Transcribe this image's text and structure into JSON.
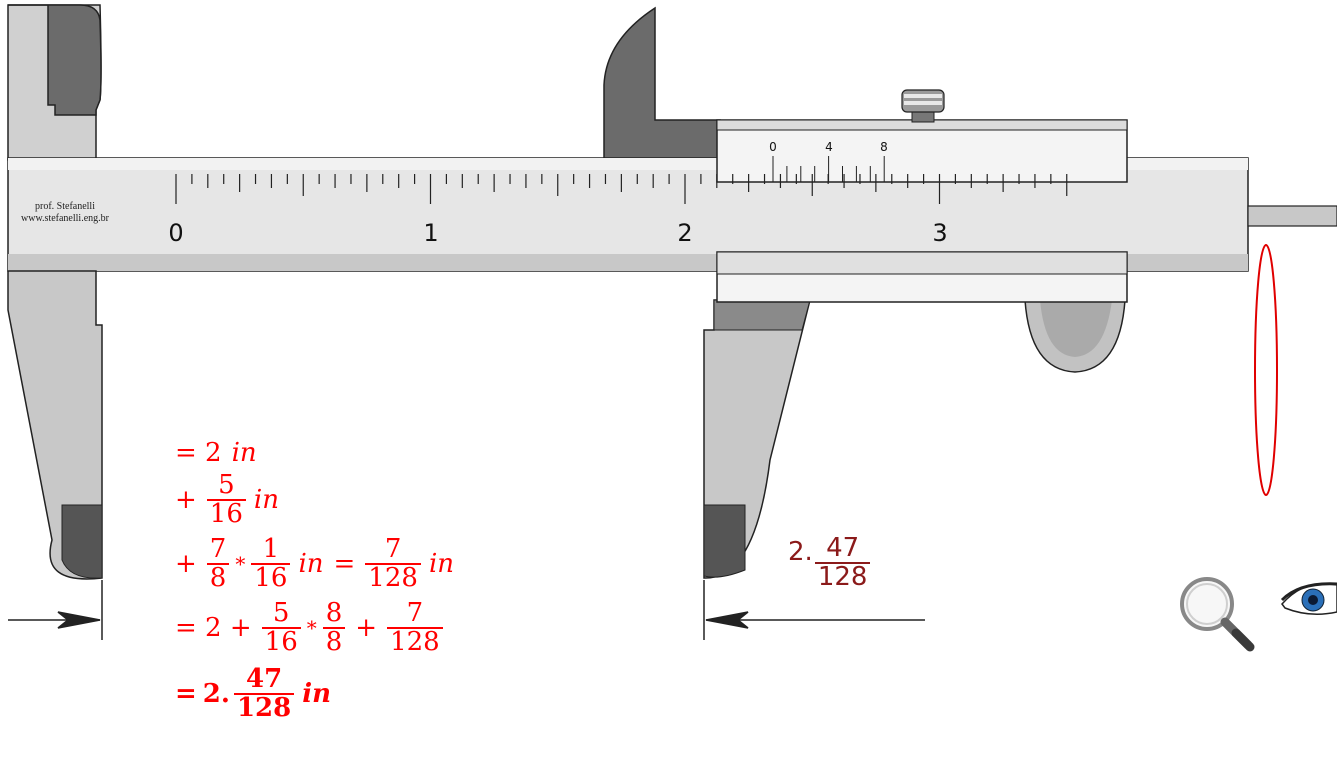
{
  "credit": {
    "line1": "prof. Stefanelli",
    "line2": "www.stefanelli.eng.br"
  },
  "main_scale": {
    "labels": [
      "0",
      "1",
      "2",
      "3"
    ],
    "divisions_per_inch": 16
  },
  "vernier_scale": {
    "labels": [
      "0",
      "4",
      "8"
    ],
    "divisions": 8
  },
  "calculation": {
    "line1": {
      "eq": "= 2",
      "unit": "in"
    },
    "line2": {
      "op": "+",
      "num": "5",
      "den": "16",
      "unit": "in"
    },
    "line3": {
      "op": "+",
      "num1": "7",
      "den1": "8",
      "star": "*",
      "num2": "1",
      "den2": "16",
      "unit": "in",
      "eq": "=",
      "num3": "7",
      "den3": "128",
      "unit2": "in"
    },
    "line4": {
      "eq": "= 2 +",
      "num1": "5",
      "den1": "16",
      "star": "*",
      "num2": "8",
      "den2": "8",
      "plus": "+",
      "num3": "7",
      "den3": "128"
    },
    "line5": {
      "eq": "=",
      "whole": "2.",
      "num": "47",
      "den": "128",
      "unit": "in"
    }
  },
  "result_label": {
    "whole": "2.",
    "num": "47",
    "den": "128"
  },
  "icons": [
    "magnifier-icon",
    "eye-icon"
  ],
  "colors": {
    "calc_text": "#ff0000",
    "result_text": "#8b1a1a",
    "highlight_ellipse": "#e00000"
  }
}
